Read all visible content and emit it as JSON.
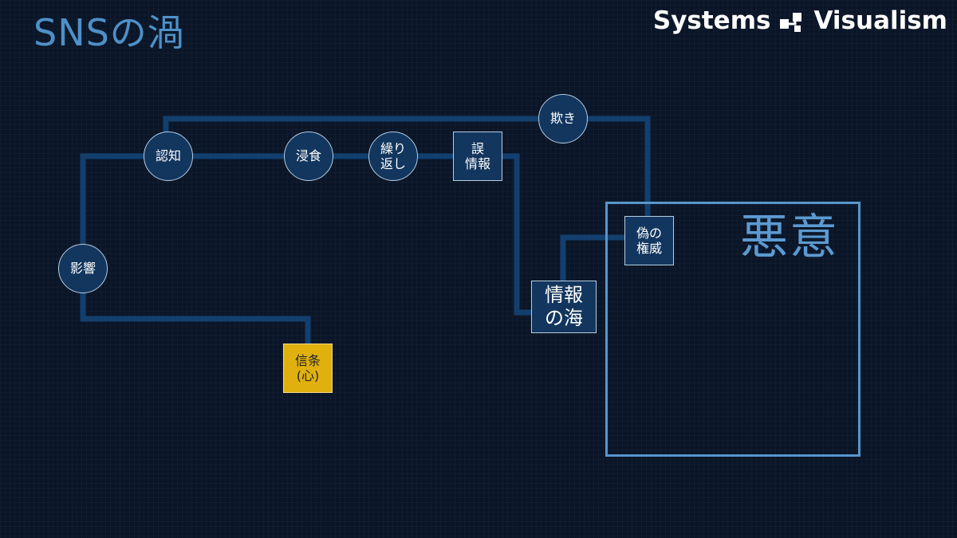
{
  "header": {
    "title": "SNSの渦",
    "brand_left": "Systems",
    "brand_right": "Visualism"
  },
  "diagram": {
    "malice_label": "悪意",
    "nodes": {
      "deception": "欺き",
      "cognition": "認知",
      "erosion": "浸食",
      "repetition": [
        "繰り",
        "返し"
      ],
      "misinformation": [
        "誤",
        "情報"
      ],
      "influence": "影響",
      "belief": [
        "信条",
        "(心)"
      ],
      "false_authority": [
        "偽の",
        "権威"
      ],
      "sea_of_info": [
        "情報",
        "の海"
      ]
    }
  },
  "colors": {
    "background": "#0a1628",
    "wire": "#123f6e",
    "node_fill": "#12365e",
    "node_border": "#b6cde3",
    "accent_box": "#5795cc",
    "title": "#4e90c8",
    "belief_fill": "#e0b10e"
  }
}
